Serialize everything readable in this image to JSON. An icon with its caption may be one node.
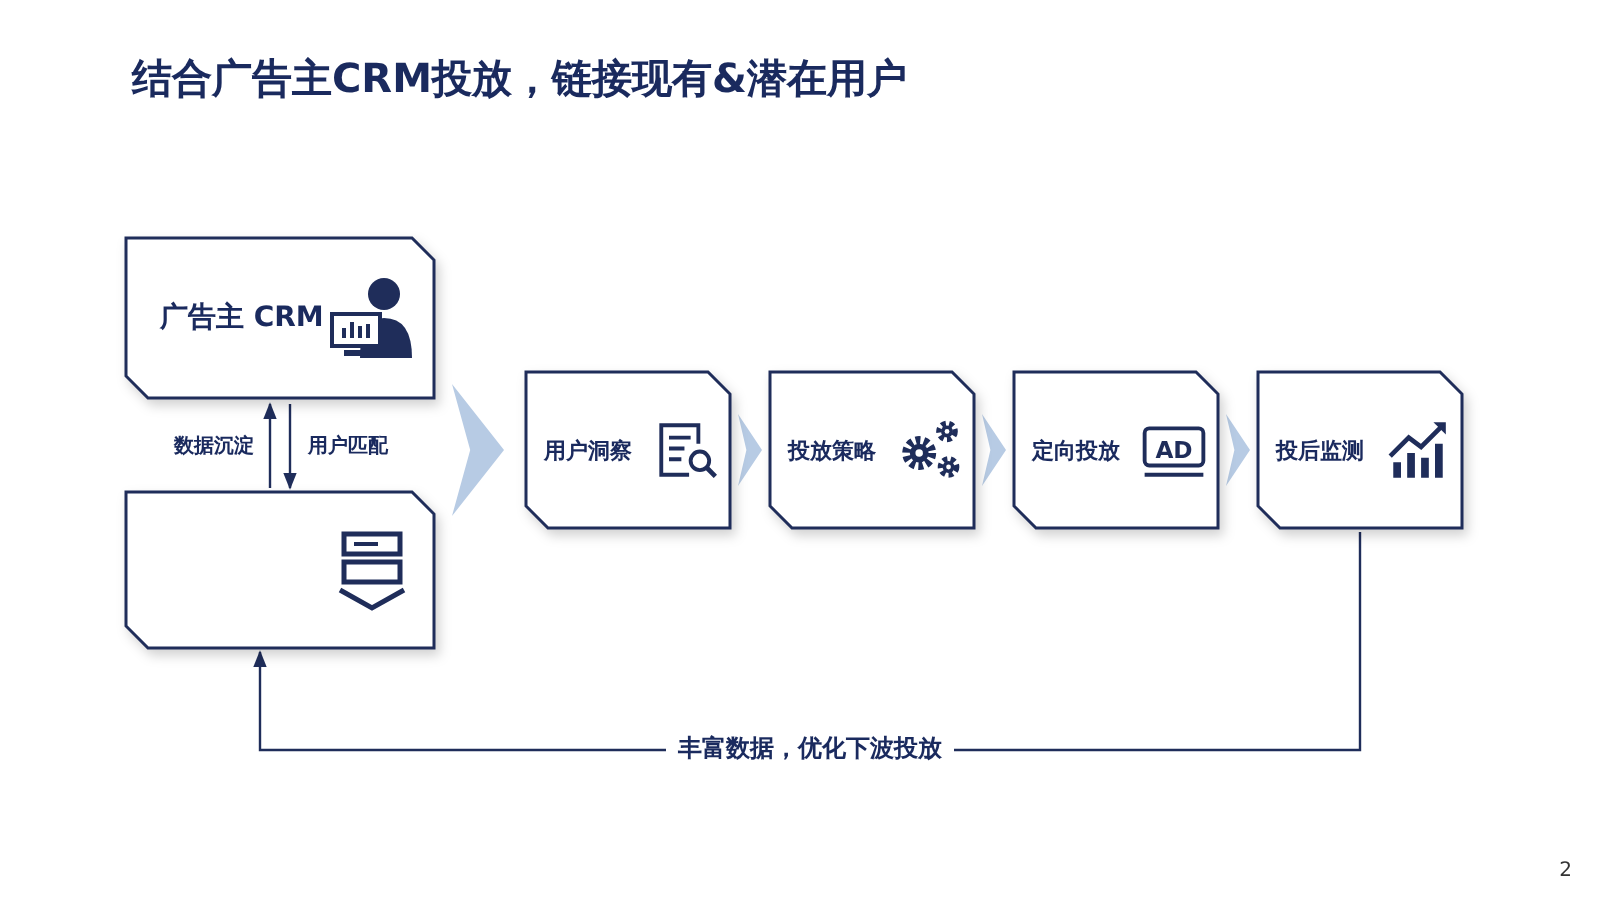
{
  "diagram": {
    "title": "结合广告主CRM投放，链接现有&潜在用户",
    "nodes": [
      {
        "text": [
          "广告主 CRM"
        ]
      },
      {
        "text": [],
        "shape": "box"
      },
      {
        "text": [
          "用户洞察"
        ]
      },
      {
        "text": [
          "投放策略"
        ]
      },
      {
        "text": [
          "定向投放",
          "AD"
        ]
      },
      {
        "text": [
          "投后监测"
        ]
      }
    ],
    "edges": [
      {
        "from": 1,
        "to": 0,
        "arrow": "to",
        "label": "数据沉淀"
      },
      {
        "from": 0,
        "to": 1,
        "arrow": "to",
        "label": "用户匹配"
      },
      {
        "from": null,
        "to": 2,
        "arrow": "to"
      },
      {
        "from": 2,
        "to": 3,
        "arrow": "to"
      },
      {
        "from": 3,
        "to": 4,
        "arrow": "to"
      },
      {
        "from": 4,
        "to": 5,
        "arrow": "to"
      },
      {
        "from": 5,
        "to": 1,
        "arrow": "to",
        "label": "丰富数据，优化下波投放"
      }
    ],
    "labels": [
      "2"
    ]
  }
}
